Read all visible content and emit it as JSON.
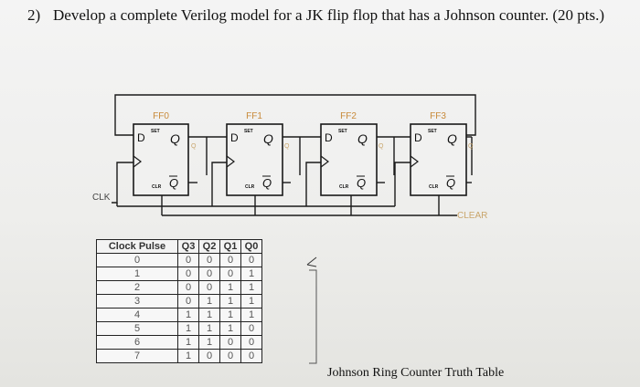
{
  "question": {
    "number": "2)",
    "text": "Develop a complete Verilog model for a JK flip flop that has a Johnson counter. (20 pts.)"
  },
  "circuit": {
    "flipflops": [
      {
        "name": "FF0",
        "d": "D",
        "q": "Q",
        "qbar": "Q",
        "out_label": "Q",
        "clr": "CLR"
      },
      {
        "name": "FF1",
        "d": "D",
        "q": "Q",
        "qbar": "Q",
        "out_label": "Q",
        "clr": "CLR"
      },
      {
        "name": "FF2",
        "d": "D",
        "q": "Q",
        "qbar": "Q",
        "out_label": "Q",
        "clr": "CLR"
      },
      {
        "name": "FF3",
        "d": "D",
        "q": "Q",
        "qbar": "Q",
        "out_label": "Q",
        "clr": "CLR"
      }
    ],
    "set_label": "SET",
    "clk_label": "CLK",
    "clear_label": "CLEAR"
  },
  "truth_table": {
    "headers": [
      "Clock Pulse",
      "Q3",
      "Q2",
      "Q1",
      "Q0"
    ],
    "rows": [
      [
        "0",
        "0",
        "0",
        "0",
        "0"
      ],
      [
        "1",
        "0",
        "0",
        "0",
        "1"
      ],
      [
        "2",
        "0",
        "0",
        "1",
        "1"
      ],
      [
        "3",
        "0",
        "1",
        "1",
        "1"
      ],
      [
        "4",
        "1",
        "1",
        "1",
        "1"
      ],
      [
        "5",
        "1",
        "1",
        "1",
        "0"
      ],
      [
        "6",
        "1",
        "1",
        "0",
        "0"
      ],
      [
        "7",
        "1",
        "0",
        "0",
        "0"
      ]
    ],
    "caption": "Johnson Ring Counter Truth Table"
  }
}
